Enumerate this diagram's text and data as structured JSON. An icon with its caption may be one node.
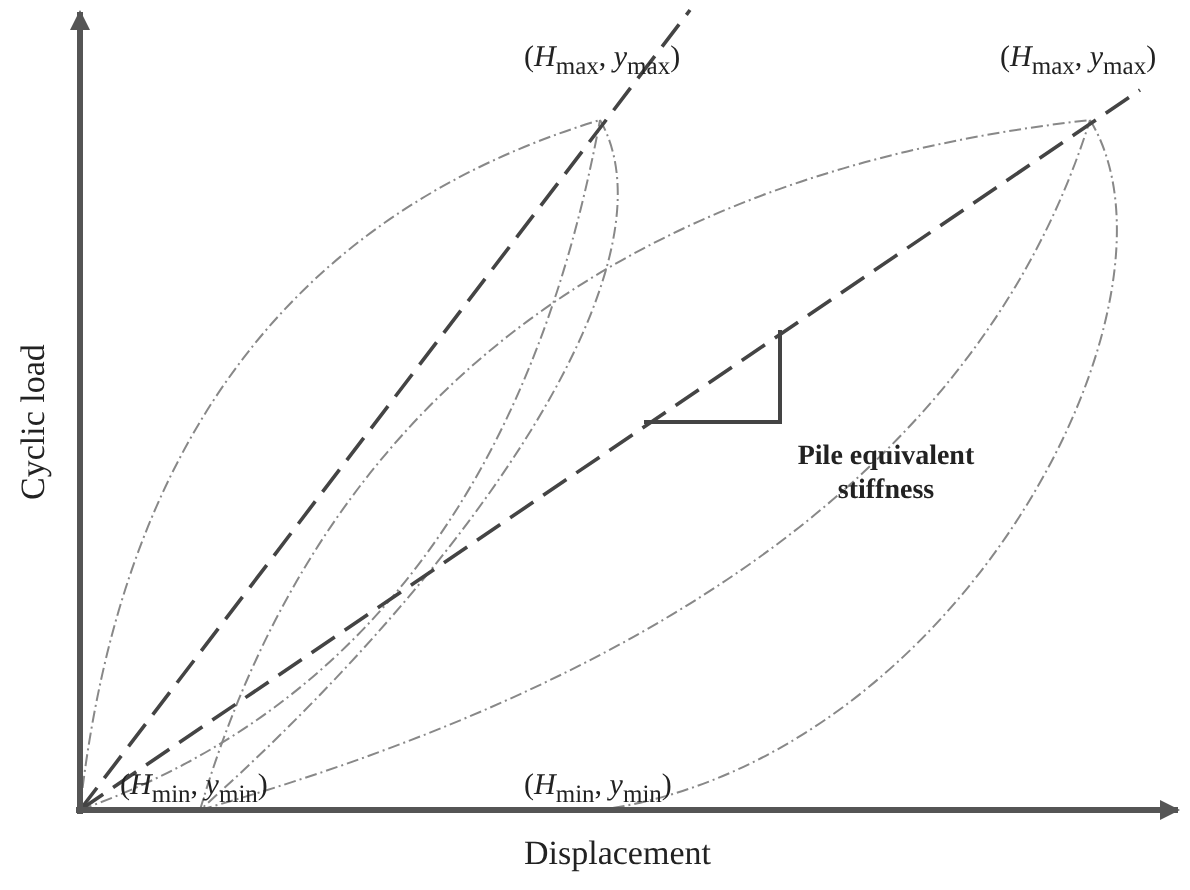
{
  "diagram": {
    "labels": [
      "(*H*$_{max}$, *y*$_{max}$)",
      "(*H*$_{max}$, *y*$_{max}$)",
      "Cyclic load",
      "Pile equivalent stiffness",
      "(*H*$_{min}$, *y*$_{min}$)",
      "(*H*$_{min}$, *y*$_{min}$)",
      "Displacement"
    ]
  }
}
